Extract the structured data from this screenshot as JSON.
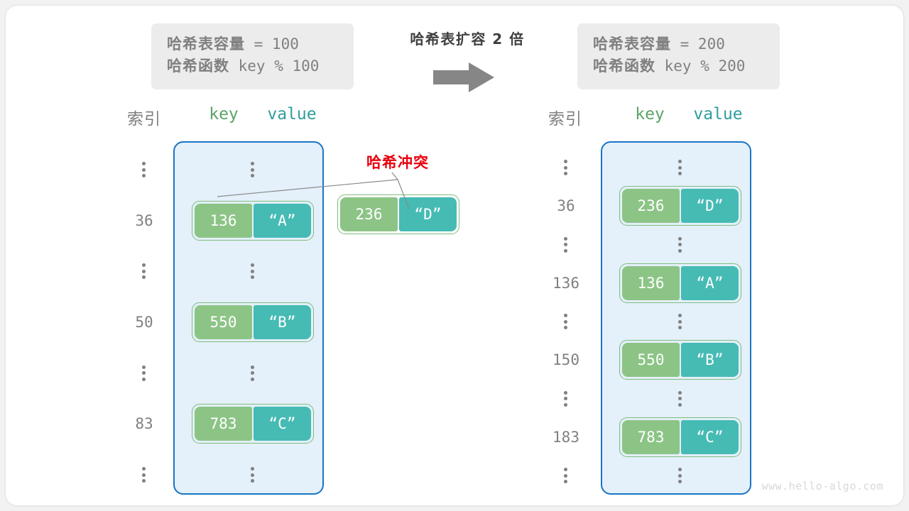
{
  "watermark": "www.hello-algo.com",
  "center": {
    "caption": "哈希表扩容 2 倍",
    "arrow_icon": "arrow-right-icon"
  },
  "info_left": {
    "capacity_cn": "哈希表容量",
    "capacity_expr": " = 100",
    "function_cn": "哈希函数",
    "function_expr": " key % 100"
  },
  "info_right": {
    "capacity_cn": "哈希表容量",
    "capacity_expr": " = 200",
    "function_cn": "哈希函数",
    "function_expr": " key % 200"
  },
  "headers": {
    "index": "索引",
    "key": "key",
    "value": "value"
  },
  "collision": {
    "label": "哈希冲突",
    "color": "#e8000d"
  },
  "colors": {
    "frame_border": "#1a75c4",
    "frame_fill": "#e4f0fa",
    "key_cell": "#8cc486",
    "value_cell": "#45bbb4",
    "pill_border": "#7dbd7d",
    "index_text": "#808080",
    "header_key": "#5aa469",
    "header_value": "#2f9e9a",
    "info_box": "#ececec",
    "arrow": "#808080"
  },
  "left_table": {
    "rows": [
      {
        "type": "dots",
        "index": "",
        "key": "",
        "value": ""
      },
      {
        "type": "entry",
        "index": "36",
        "key": "136",
        "value": "“A”"
      },
      {
        "type": "dots",
        "index": "",
        "key": "",
        "value": ""
      },
      {
        "type": "entry",
        "index": "50",
        "key": "550",
        "value": "“B”"
      },
      {
        "type": "dots",
        "index": "",
        "key": "",
        "value": ""
      },
      {
        "type": "entry",
        "index": "83",
        "key": "783",
        "value": "“C”"
      },
      {
        "type": "dots",
        "index": "",
        "key": "",
        "value": ""
      }
    ]
  },
  "floating_entry": {
    "key": "236",
    "value": "“D”"
  },
  "right_table": {
    "rows": [
      {
        "type": "dots",
        "index": "",
        "key": "",
        "value": ""
      },
      {
        "type": "entry",
        "index": "36",
        "key": "236",
        "value": "“D”"
      },
      {
        "type": "dots",
        "index": "",
        "key": "",
        "value": ""
      },
      {
        "type": "entry",
        "index": "136",
        "key": "136",
        "value": "“A”"
      },
      {
        "type": "dots",
        "index": "",
        "key": "",
        "value": ""
      },
      {
        "type": "entry",
        "index": "150",
        "key": "550",
        "value": "“B”"
      },
      {
        "type": "dots",
        "index": "",
        "key": "",
        "value": ""
      },
      {
        "type": "entry",
        "index": "183",
        "key": "783",
        "value": "“C”"
      },
      {
        "type": "dots",
        "index": "",
        "key": "",
        "value": ""
      }
    ]
  }
}
